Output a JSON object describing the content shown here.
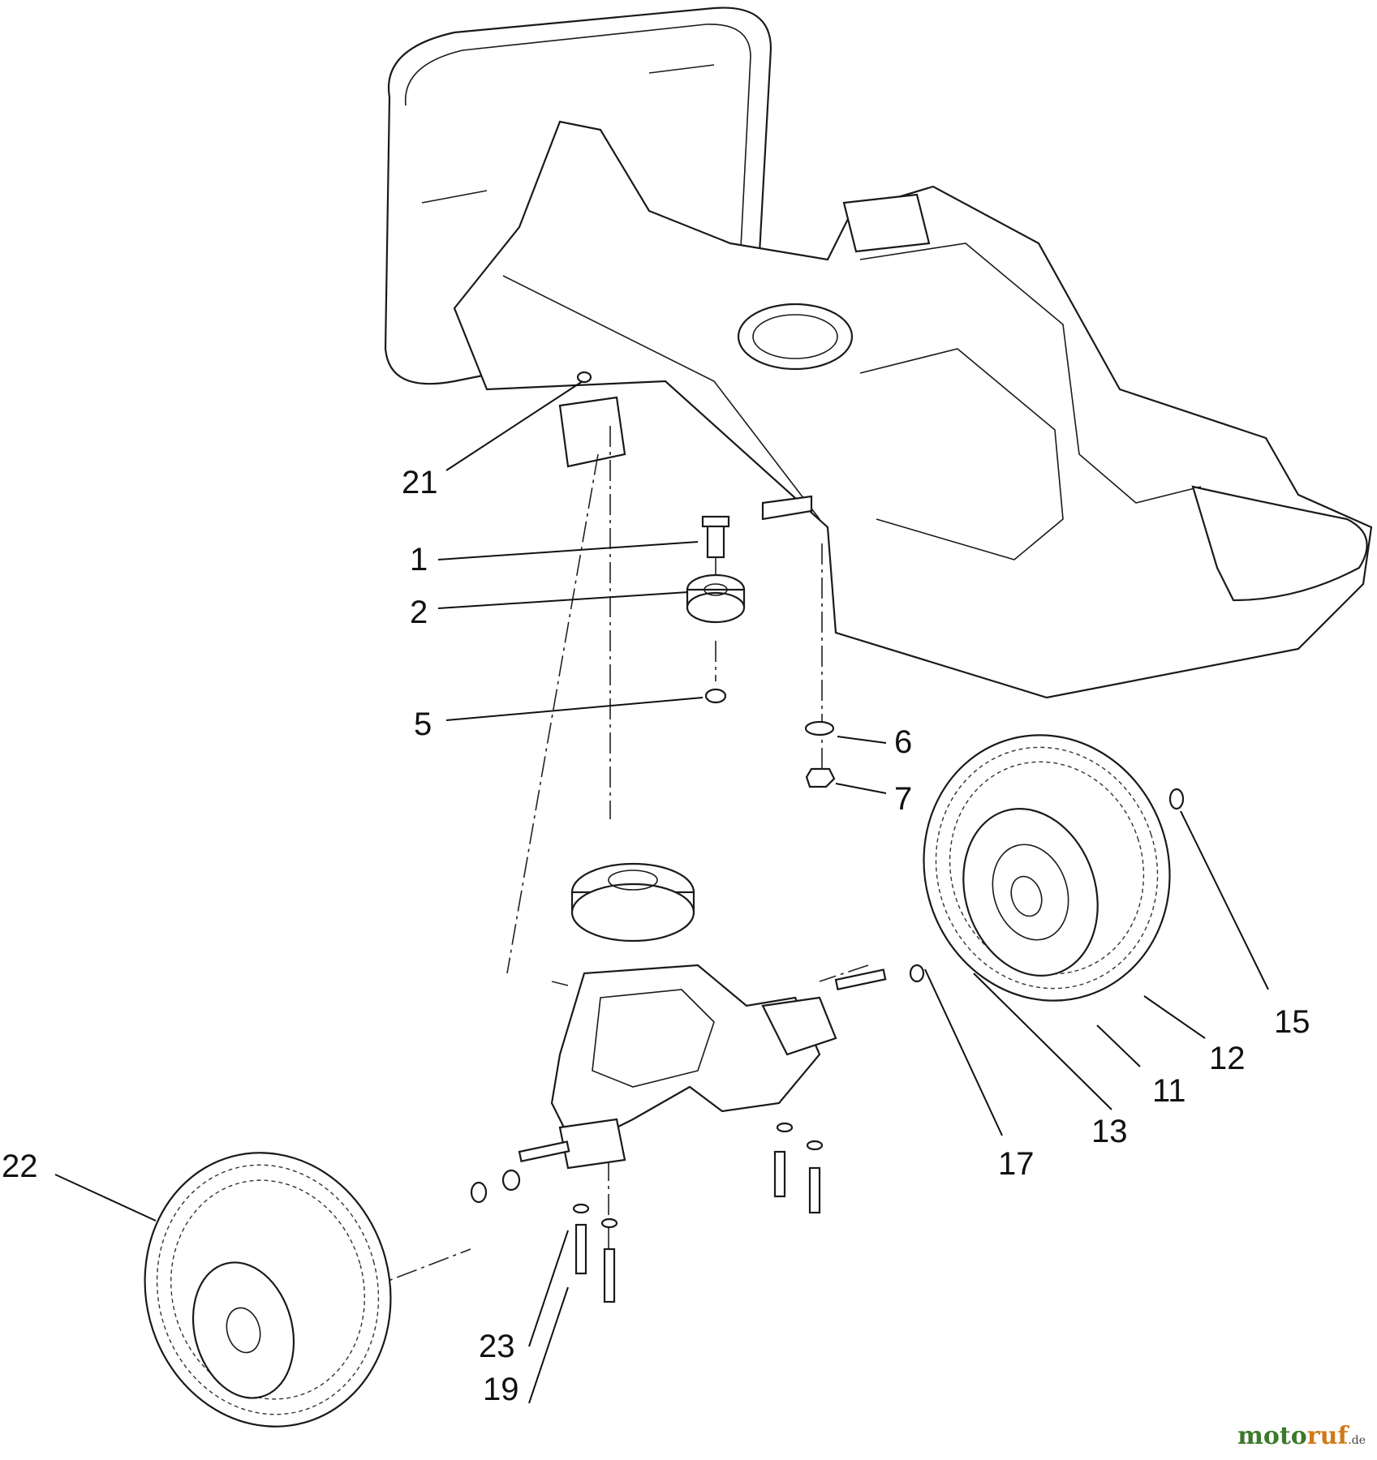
{
  "callouts": {
    "c1": "1",
    "c2": "2",
    "c5": "5",
    "c6": "6",
    "c7": "7",
    "c11": "11",
    "c12": "12",
    "c13": "13",
    "c15": "15",
    "c17": "17",
    "c19": "19",
    "c21": "21",
    "c22": "22",
    "c23": "23"
  },
  "watermark": {
    "brand_a": "moto",
    "brand_b": "ruf",
    "suffix": ".de"
  },
  "colors": {
    "line": "#1a1a1a",
    "watermark_green": "#3b7a2a",
    "watermark_orange": "#d07a1a"
  }
}
